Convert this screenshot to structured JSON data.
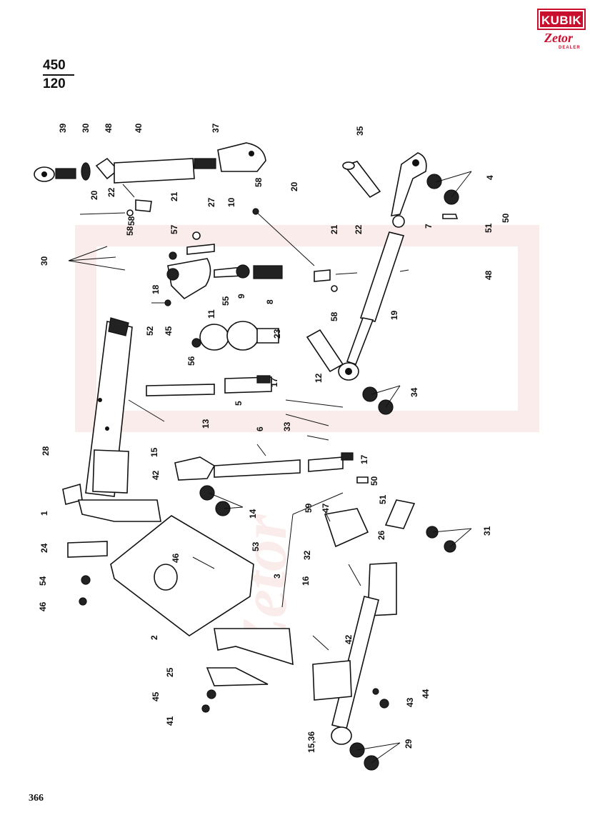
{
  "header": {
    "brand_logo": {
      "name": "KUBIK",
      "sub": "Zetor",
      "tag": "DEALER",
      "colors": {
        "brand": "#c8102e"
      }
    },
    "group_code_top": "450",
    "group_code_bottom": "120"
  },
  "watermark": {
    "text": "KUBIK Zetor DEALER",
    "color": "#f3c9c9"
  },
  "page_number": "366",
  "callouts": [
    "39",
    "30",
    "48",
    "40",
    "37",
    "35",
    "20",
    "22",
    "21",
    "58",
    "58",
    "27",
    "10",
    "57",
    "18",
    "55",
    "9",
    "8",
    "58",
    "21",
    "22",
    "48",
    "50",
    "51",
    "7",
    "4",
    "30",
    "52",
    "45",
    "11",
    "56",
    "23",
    "19",
    "12",
    "17",
    "5",
    "13",
    "34",
    "33",
    "6",
    "28",
    "15",
    "42",
    "14",
    "17",
    "50",
    "51",
    "59",
    "47",
    "26",
    "31",
    "32",
    "16",
    "1",
    "24",
    "46",
    "53",
    "3",
    "54",
    "46",
    "2",
    "42",
    "25",
    "45",
    "41",
    "44",
    "43",
    "15,36",
    "29",
    "20",
    "58"
  ]
}
